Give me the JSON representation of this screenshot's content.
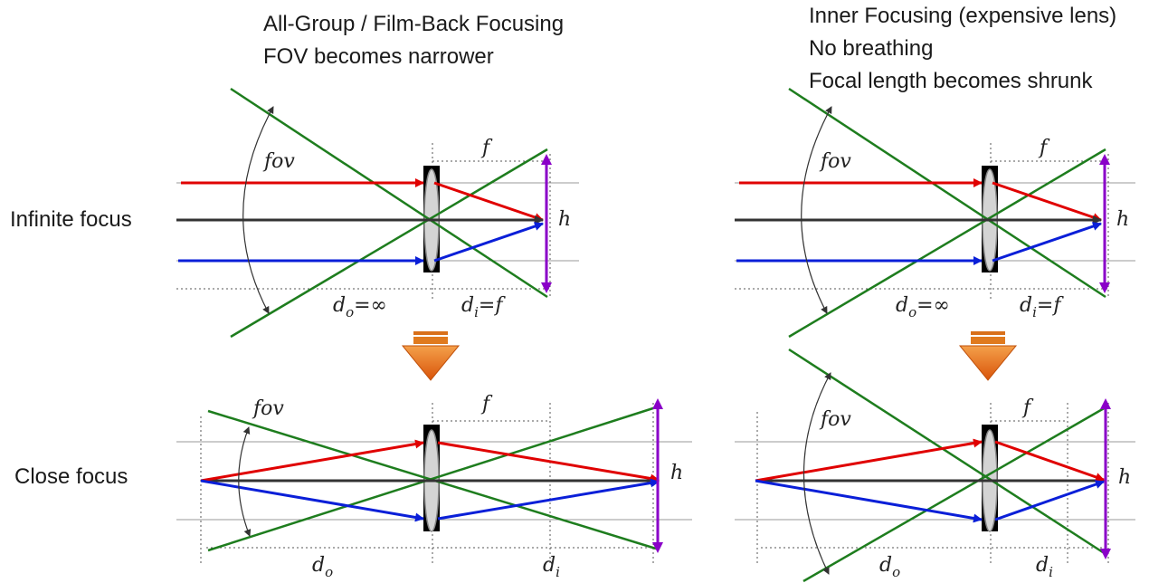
{
  "left_title": {
    "line1": "All-Group / Film-Back Focusing",
    "line2": "FOV becomes narrower"
  },
  "right_title": {
    "line1": "Inner Focusing (expensive lens)",
    "line2": "No breathing",
    "line3": "Focal length becomes shrunk"
  },
  "row_labels": {
    "infinite": "Infinite focus",
    "close": "Close focus"
  },
  "symbols": {
    "fov": "fov",
    "f": "f",
    "h": "h",
    "d_prefix": "d",
    "o_sub": "o",
    "i_sub": "i",
    "inf_eq": "=∞",
    "f_eq": "=f"
  },
  "colors": {
    "red_ray": "#e00000",
    "blue_ray": "#0a1fd8",
    "chief_ray": "#333333",
    "fov_line": "#1e7d1e",
    "image_height": "#8a00c8",
    "arrow_fill": "#e8701a"
  }
}
